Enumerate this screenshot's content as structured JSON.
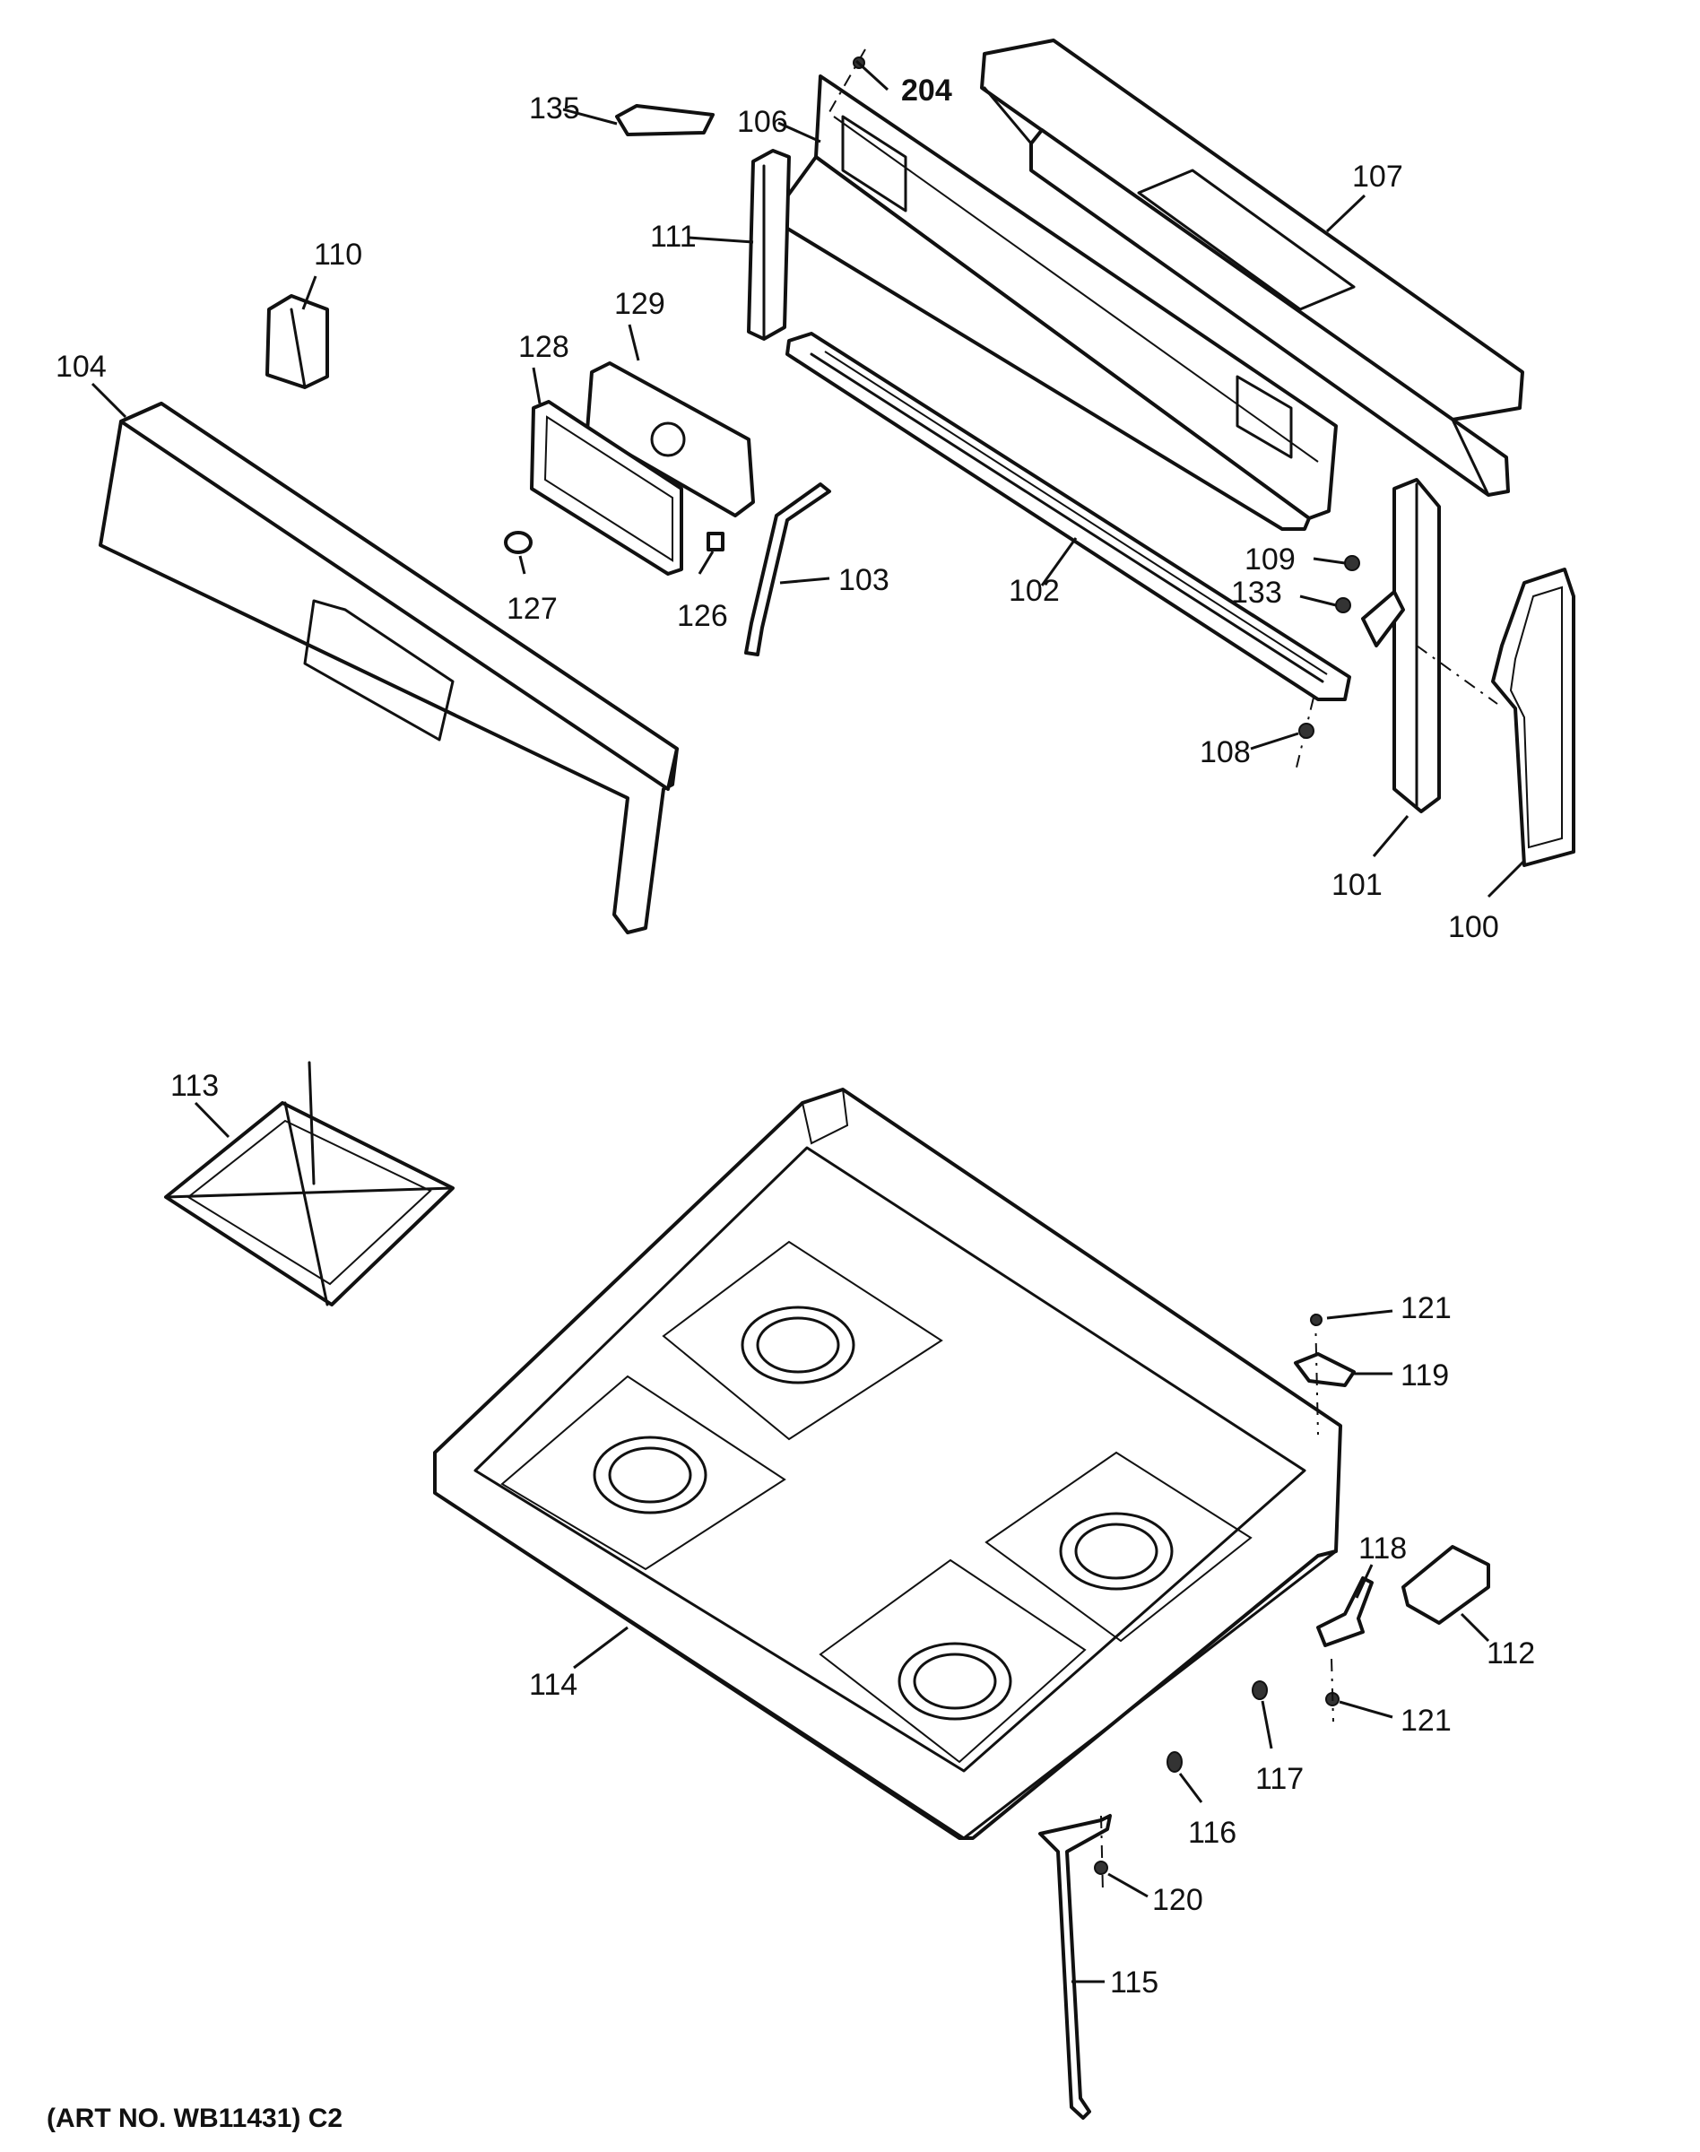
{
  "diagram": {
    "callouts": {
      "c100": "100",
      "c101": "101",
      "c102": "102",
      "c103": "103",
      "c104": "104",
      "c106": "106",
      "c107": "107",
      "c108": "108",
      "c109": "109",
      "c110": "110",
      "c111": "111",
      "c112": "112",
      "c113": "113",
      "c114": "114",
      "c115": "115",
      "c116": "116",
      "c117": "117",
      "c118": "118",
      "c119": "119",
      "c120": "120",
      "c121a": "121",
      "c121b": "121",
      "c126": "126",
      "c127": "127",
      "c128": "128",
      "c129": "129",
      "c133": "133",
      "c135": "135",
      "c204": "204"
    },
    "art_number": "(ART NO. WB11431) C2"
  },
  "colors": {
    "line": "#111111",
    "background": "#ffffff"
  }
}
